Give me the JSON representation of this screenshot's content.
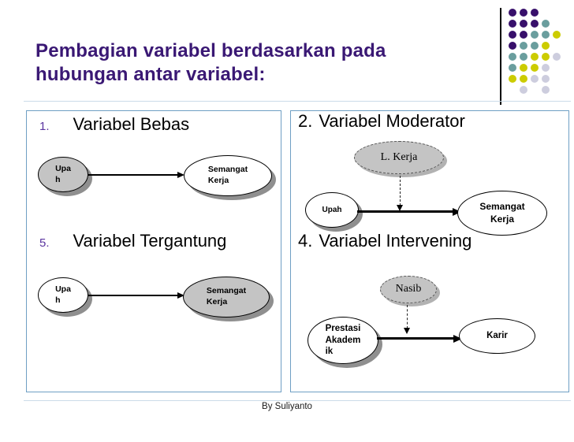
{
  "slide": {
    "title_lines": [
      "Pembagian variabel berdasarkan pada",
      "hubungan antar variabel:"
    ],
    "footer": "By Suliyanto"
  },
  "quadrants": [
    {
      "number": "1.",
      "heading": "Variabel Bebas"
    },
    {
      "number": "2.",
      "heading": "Variabel Moderator"
    },
    {
      "number": "5.",
      "heading": "Variabel Tergantung"
    },
    {
      "number": "4.",
      "heading": "Variabel Intervening"
    }
  ],
  "diagrams": {
    "bebas": {
      "source": {
        "label_lines": [
          "Upa",
          "h"
        ],
        "fill": "gray"
      },
      "target": {
        "label_lines": [
          "Semangat",
          "Kerja"
        ],
        "fill": "white"
      }
    },
    "moderator": {
      "moderator_label": "L. Kerja",
      "source": {
        "label": "Upah",
        "fill": "white"
      },
      "target": {
        "label_lines": [
          "Semangat",
          "Kerja"
        ],
        "fill": "white"
      }
    },
    "tergantung": {
      "source": {
        "label_lines": [
          "Upa",
          "h"
        ],
        "fill": "white"
      },
      "target": {
        "label_lines": [
          "Semangat",
          "Kerja"
        ],
        "fill": "gray"
      }
    },
    "intervening": {
      "intervening_label": "Nasib",
      "source": {
        "label_lines": [
          "Prestasi",
          "Akadem",
          "ik"
        ],
        "fill": "white"
      },
      "target": {
        "label": "Karir",
        "fill": "white"
      }
    }
  },
  "decoration": {
    "rows": [
      "PPP..",
      "PPPT.",
      "PPTTY",
      "PTTY.",
      "TTYYL",
      "TYYL.",
      "YYLL.",
      ".L.L."
    ],
    "palette": {
      "P": "#38106B",
      "T": "#6A9E9E",
      "Y": "#CCCC00",
      "L": "#CDCDDE"
    }
  },
  "colors": {
    "title": "#3A1874",
    "number": "#5B35A0",
    "box_border": "#6F9FC4",
    "ellipse_gray": "#C4C4C4",
    "shadow": "#8F8F8F"
  }
}
